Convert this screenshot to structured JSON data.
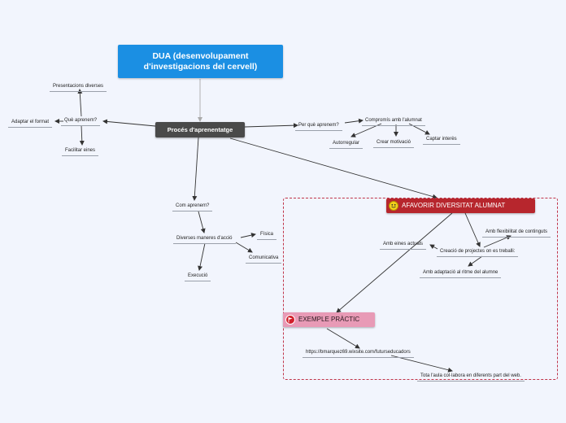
{
  "colors": {
    "background": "#f2f5fd",
    "root_fill": "#1b8fe3",
    "main_fill": "#4a4a4a",
    "accent_red": "#b7262d",
    "accent_pink": "#e89ab6",
    "boundary": "#c0344a",
    "connector": "#333333"
  },
  "root": {
    "line1": "DUA (desenvolupament",
    "line2": "d'investigacions del cervell)"
  },
  "main_topic": {
    "label": "Procés d'aprenentatge"
  },
  "que": {
    "label": "Què aprenem?",
    "items": [
      "Presentacions diverses",
      "Adaptar el format",
      "Facilitar eines"
    ]
  },
  "per_que": {
    "label": "Per què aprenem?",
    "compromis": "Compromís amb l'alumnat",
    "items": [
      "Autorregular",
      "Crear motivació",
      "Captar interès"
    ]
  },
  "com": {
    "label": "Com aprenem?",
    "maneres": "Diverses maneres d'acció",
    "items": [
      "Física",
      "Comunicativa",
      "Execució"
    ]
  },
  "afavorir": {
    "label": "AFAVORIR DIVERSITAT ALUMNAT",
    "icon": "smiley-icon",
    "creacio": "Creació de projectes on es treballi:",
    "items": [
      "Amb flexibilitat de continguts",
      "Amb eines actuals",
      "Amb adaptació al ritme del alumne"
    ]
  },
  "exemple": {
    "label": "EXEMPLE PRÀCTIC",
    "icon": "flag-icon",
    "url": "https://bmarquez69.wixsite.com/futurseducadors",
    "note": "Tota l'aula col·labora en diferents part del web."
  }
}
